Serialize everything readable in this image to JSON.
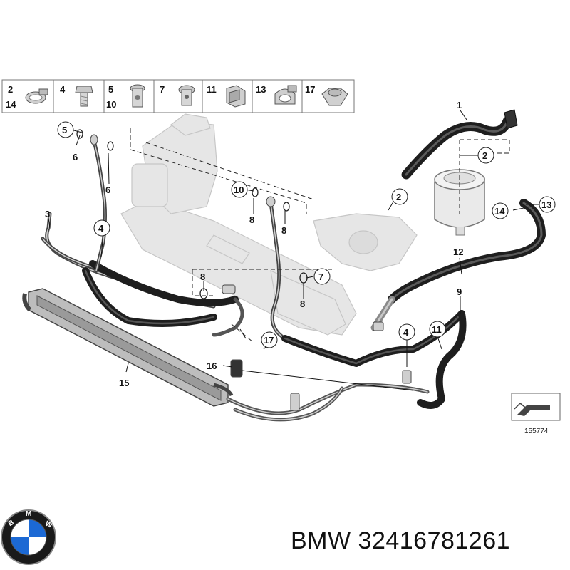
{
  "legend": [
    {
      "top": "2",
      "bottom": "14",
      "icon": "hose-clamp-icon"
    },
    {
      "top": "4",
      "bottom": "",
      "icon": "bolt-icon"
    },
    {
      "top": "5",
      "bottom": "10",
      "icon": "hollow-bolt-icon"
    },
    {
      "top": "7",
      "bottom": "",
      "icon": "banjo-bolt-icon"
    },
    {
      "top": "11",
      "bottom": "",
      "icon": "retaining-clip-icon"
    },
    {
      "top": "13",
      "bottom": "",
      "icon": "spring-clamp-icon"
    },
    {
      "top": "17",
      "bottom": "",
      "icon": "hex-nut-icon"
    }
  ],
  "callouts": {
    "c1": "1",
    "c2a": "2",
    "c2b": "2",
    "c3": "3",
    "c4a": "4",
    "c4b": "4",
    "c5": "5",
    "c6a": "6",
    "c6b": "6",
    "c7": "7",
    "c8a": "8",
    "c8b": "8",
    "c8c": "8",
    "c8d": "8",
    "c9": "9",
    "c10": "10",
    "c11": "11",
    "c12": "12",
    "c13": "13",
    "c14": "14",
    "c15": "15",
    "c16": "16",
    "c17": "17"
  },
  "diagram_id": "155774",
  "brand": {
    "logo_letters": "BMW",
    "colors": {
      "blue": "#1c69d4",
      "white": "#ffffff",
      "black": "#111111"
    }
  },
  "caption": "BMW 32416781261"
}
